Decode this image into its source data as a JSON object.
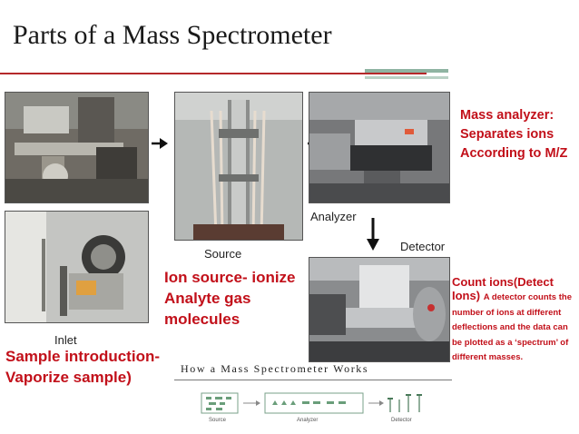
{
  "slide": {
    "title": "Parts of a Mass Spectrometer"
  },
  "photos": {
    "inlet_caption": "Inlet",
    "source_caption": "Source",
    "analyzer_caption": "Analyzer",
    "detector_caption": "Detector"
  },
  "annotations": {
    "ion_source": "Ion source- ionize Analyte gas molecules",
    "sample_introduction": "Sample introduction- Vaporize sample)",
    "mass_analyzer": "Mass analyzer: Separates ions According to M/Z",
    "count_ions_heading": "Count ions(Detect Ions)",
    "count_ions_detail": "A detector counts the number of ions at different deflections and the data can be plotted as a ‘spectrum’ of different masses."
  },
  "flow_diagram": {
    "title": "How a Mass Spectrometer Works",
    "labels": [
      "Source",
      "Analyzer",
      "Detector"
    ]
  },
  "colors": {
    "accent_red": "#c2101a",
    "title_rule": "#b5282a",
    "rule_green": "#8fb4a2"
  }
}
